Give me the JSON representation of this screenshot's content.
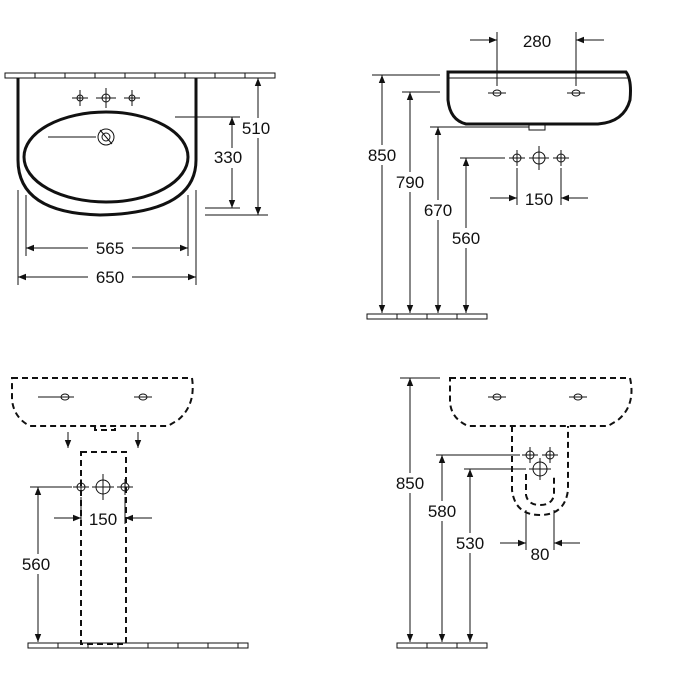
{
  "views": {
    "top": {
      "width_total": "650",
      "width_bowl": "565",
      "depth_total": "510",
      "depth_bowl": "330"
    },
    "side": {
      "height_rim": "850",
      "height_bowl": "790",
      "height_outlet": "670",
      "height_supply": "560",
      "hole_spacing": "280",
      "supply_spacing": "150"
    },
    "pedestal": {
      "supply_spacing": "150",
      "height_supply": "560"
    },
    "semi_pedestal": {
      "height_rim": "850",
      "height_outlet": "580",
      "height_supply": "530",
      "supply_width": "80"
    }
  }
}
